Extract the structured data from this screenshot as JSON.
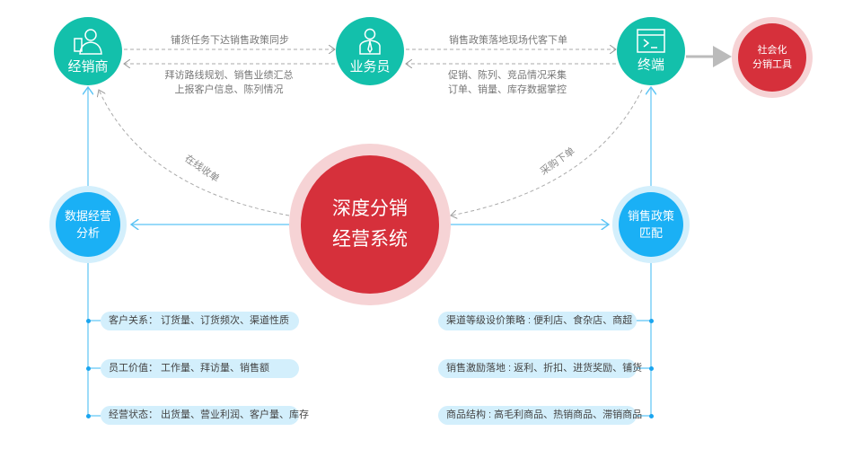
{
  "nodes": {
    "dealer": "经销商",
    "salesman": "业务员",
    "terminal": "终端",
    "social_tool_line1": "社会化",
    "social_tool_line2": "分销工具",
    "center_line1": "深度分销",
    "center_line2": "经营系统",
    "data_analysis_line1": "数据经营",
    "data_analysis_line2": "分析",
    "policy_match_line1": "销售政策",
    "policy_match_line2": "匹配"
  },
  "edges": {
    "dealer_to_salesman": "铺货任务下达销售政策同步",
    "salesman_to_dealer_line1": "拜访路线规划、销售业绩汇总",
    "salesman_to_dealer_line2": "上报客户信息、陈列情况",
    "salesman_to_terminal": "销售政策落地现场代客下单",
    "terminal_to_salesman_line1": "促销、陈列、竞品情况采集",
    "terminal_to_salesman_line2": "订单、销量、库存数据掌控",
    "online_order": "在线收单",
    "purchase_order": "采购下单"
  },
  "left_items": [
    "客户关系： 订货量、订货频次、渠道性质",
    "员工价值： 工作量、拜访量、销售额",
    "经营状态： 出货量、营业利润、客户量、库存"
  ],
  "right_items": [
    "渠道等级设价策略 : 便利店、食杂店、商超",
    "销售激励落地 : 返利、折扣、进货奖励、铺货",
    "商品结构 : 高毛利商品、热销商品、滞销商品"
  ],
  "colors": {
    "teal": "#13c0ab",
    "red": "#d6303b",
    "blue": "#1ab0f5",
    "pink": "#f6d3d5",
    "light_blue": "#d3effc"
  }
}
